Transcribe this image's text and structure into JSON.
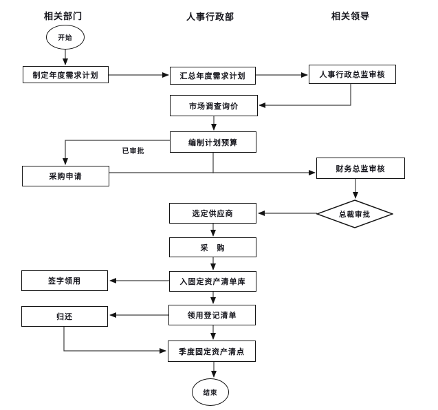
{
  "columns": [
    {
      "label": "相关部门"
    },
    {
      "label": "人事行政部"
    },
    {
      "label": "相关领导"
    }
  ],
  "nodes": {
    "start": {
      "label": "开始",
      "type": "terminator"
    },
    "make_annual_plan": {
      "label": "制定年度需求计划",
      "type": "process"
    },
    "summarize_annual_plan": {
      "label": "汇总年度需求计划",
      "type": "process"
    },
    "hr_admin_director_review": {
      "label": "人事行政总监审核",
      "type": "process"
    },
    "market_survey_inquiry": {
      "label": "市场调查询价",
      "type": "process"
    },
    "prepare_plan_budget": {
      "label": "编制计划预算",
      "type": "process"
    },
    "purchase_request": {
      "label": "采购申请",
      "type": "process"
    },
    "finance_director_review": {
      "label": "财务总监审核",
      "type": "process"
    },
    "president_approval": {
      "label": "总裁审批",
      "type": "decision"
    },
    "select_supplier": {
      "label": "选定供应商",
      "type": "process"
    },
    "purchase": {
      "label": "采　购",
      "type": "process"
    },
    "enter_fixed_asset_list": {
      "label": "入固定资产清单库",
      "type": "process"
    },
    "sign_for_use": {
      "label": "签字领用",
      "type": "process"
    },
    "usage_registration_list": {
      "label": "领用登记清单",
      "type": "process"
    },
    "return_item": {
      "label": "归还",
      "type": "process"
    },
    "quarterly_fixed_asset_check": {
      "label": "季度固定资产清点",
      "type": "process"
    },
    "end": {
      "label": "结束",
      "type": "terminator"
    }
  },
  "labels": {
    "approved": "已审批"
  },
  "edges": [
    {
      "from": "start",
      "to": "make_annual_plan"
    },
    {
      "from": "make_annual_plan",
      "to": "summarize_annual_plan"
    },
    {
      "from": "summarize_annual_plan",
      "to": "hr_admin_director_review"
    },
    {
      "from": "hr_admin_director_review",
      "to": "market_survey_inquiry"
    },
    {
      "from": "market_survey_inquiry",
      "to": "prepare_plan_budget"
    },
    {
      "from": "prepare_plan_budget",
      "to": "purchase_request",
      "label": "已审批"
    },
    {
      "from": "purchase_request",
      "to": "finance_director_review"
    },
    {
      "from": "finance_director_review",
      "to": "president_approval"
    },
    {
      "from": "president_approval",
      "to": "select_supplier"
    },
    {
      "from": "select_supplier",
      "to": "purchase"
    },
    {
      "from": "purchase",
      "to": "enter_fixed_asset_list"
    },
    {
      "from": "enter_fixed_asset_list",
      "to": "sign_for_use"
    },
    {
      "from": "enter_fixed_asset_list",
      "to": "usage_registration_list"
    },
    {
      "from": "usage_registration_list",
      "to": "return_item"
    },
    {
      "from": "usage_registration_list",
      "to": "quarterly_fixed_asset_check"
    },
    {
      "from": "return_item",
      "to": "quarterly_fixed_asset_check"
    },
    {
      "from": "quarterly_fixed_asset_check",
      "to": "end"
    }
  ],
  "colors": {
    "line": "#3d3d3d",
    "border": "#141414",
    "text": "#16161d",
    "background": "#ffffff"
  }
}
